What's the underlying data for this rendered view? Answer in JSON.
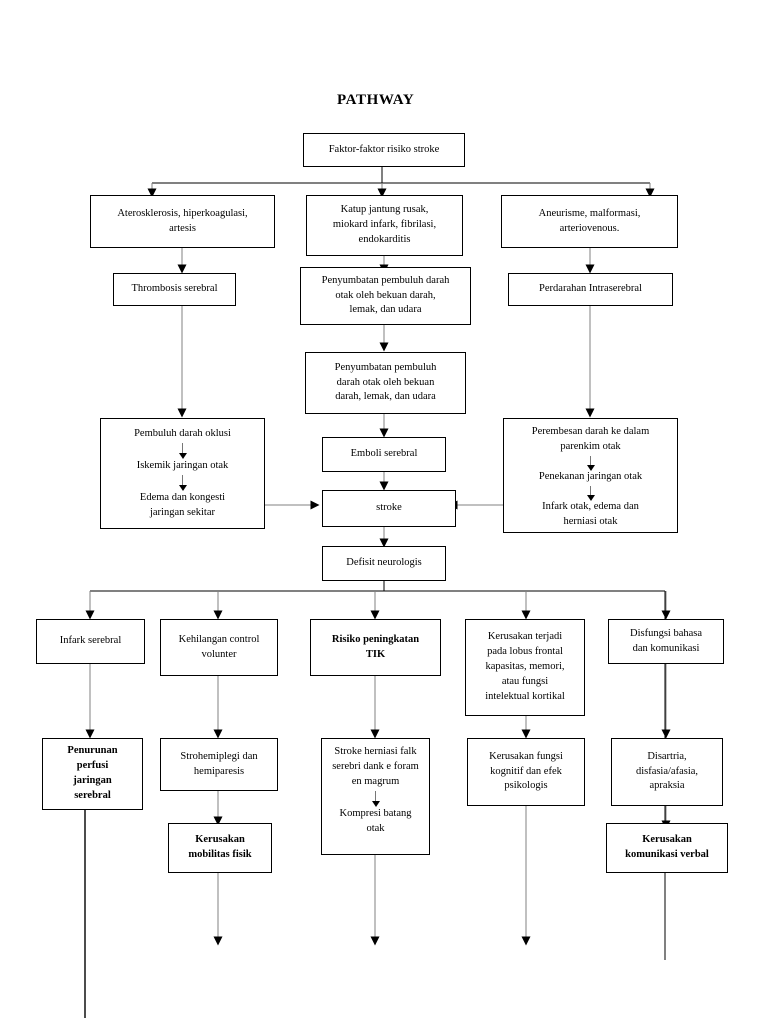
{
  "page": {
    "title": "PATHWAY",
    "background": "#ffffff",
    "line_color": "#000000",
    "thin_line_color": "#808080"
  },
  "nodes": {
    "risk_factors": {
      "lines": [
        "Faktor-faktor risiko stroke"
      ]
    },
    "atherosclerosis": {
      "lines": [
        "Aterosklerosis, hiperkoagulasi,",
        "artesis"
      ]
    },
    "heart_valve": {
      "lines": [
        "Katup jantung rusak,",
        "miokard infark, fibrilasi,",
        "endokarditis"
      ]
    },
    "aneurysm": {
      "lines": [
        "Aneurisme, malformasi,",
        "arteriovenous."
      ]
    },
    "thrombosis": {
      "lines": [
        "Thrombosis serebral"
      ]
    },
    "occlusion_blood": {
      "lines": [
        "Penyumbatan pembuluh darah",
        "otak oleh bekuan darah,",
        "lemak, dan udara"
      ]
    },
    "intracerebral_bleed": {
      "lines": [
        "Perdarahan Intraserebral"
      ]
    },
    "occlusion_blood2": {
      "lines": [
        "Penyumbatan pembuluh",
        "darah otak oleh bekuan",
        "darah, lemak, dan udara"
      ]
    },
    "occlusion_chain": {
      "stage1": [
        "Pembuluh darah oklusi"
      ],
      "stage2": [
        "Iskemik jaringan otak"
      ],
      "stage3": [
        "Edema dan kongesti",
        "jaringan sekitar"
      ]
    },
    "bleed_chain": {
      "stage1": [
        "Perembesan darah ke dalam",
        "parenkim otak"
      ],
      "stage2": [
        "Penekanan jaringan otak"
      ],
      "stage3": [
        "Infark otak, edema dan",
        "herniasi otak"
      ]
    },
    "emboli": {
      "lines": [
        "Emboli serebral"
      ]
    },
    "stroke": {
      "lines": [
        "stroke"
      ]
    },
    "deficit": {
      "lines": [
        "Defisit neurologis"
      ]
    },
    "infark_serebral": {
      "lines": [
        "Infark serebral"
      ]
    },
    "loss_control": {
      "lines": [
        "Kehilangan control",
        "volunter"
      ]
    },
    "tik_risk": {
      "lines": [
        "Risiko peningkatan",
        "TIK"
      ]
    },
    "frontal_damage": {
      "lines": [
        "Kerusakan terjadi",
        "pada lobus frontal",
        "kapasitas, memori,",
        "atau fungsi",
        "intelektual kortikal"
      ]
    },
    "language_dysfunction": {
      "lines": [
        "Disfungsi bahasa",
        "dan komunikasi"
      ]
    },
    "perfusion_decrease": {
      "lines": [
        "Penurunan",
        "perfusi",
        "jaringan",
        "serebral"
      ]
    },
    "hemiplegia": {
      "lines": [
        "Strohemiplegi dan",
        "hemiparesis"
      ]
    },
    "herniation_chain": {
      "stage1": [
        "Stroke herniasi falk",
        "serebri dank e foram",
        "en magrum"
      ],
      "stage2": [
        "Kompresi batang",
        "otak"
      ]
    },
    "cognitive_damage": {
      "lines": [
        "Kerusakan fungsi",
        "kognitif dan efek",
        "psikologis"
      ]
    },
    "dysarthria": {
      "lines": [
        "Disartria,",
        "disfasia/afasia,",
        "apraksia"
      ]
    },
    "mobility_damage": {
      "lines": [
        "Kerusakan",
        "mobilitas fisik"
      ]
    },
    "verbal_comm_damage": {
      "lines": [
        "Kerusakan",
        "komunikasi verbal"
      ]
    }
  }
}
